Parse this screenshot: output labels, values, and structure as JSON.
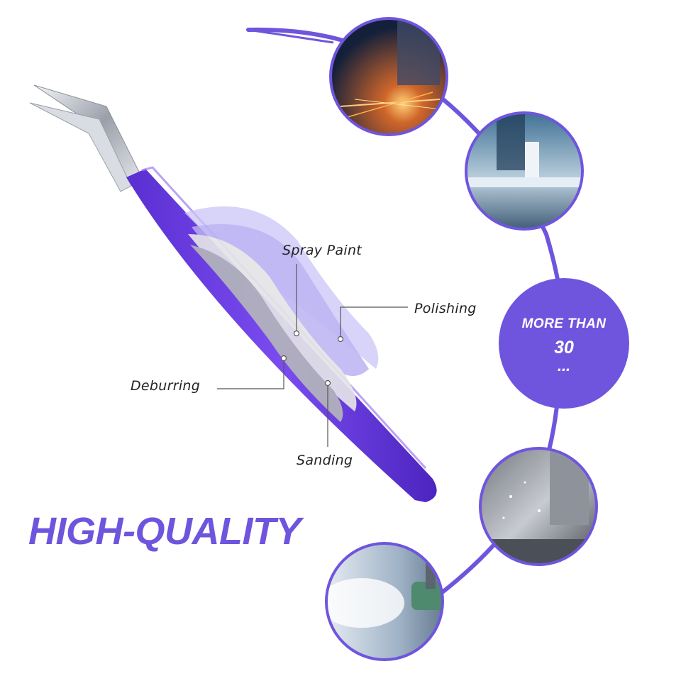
{
  "callouts": {
    "spray_paint": "Spray Paint",
    "polishing": "Polishing",
    "deburring": "Deburring",
    "sanding": "Sanding"
  },
  "badge": {
    "line1": "MORE THAN",
    "line2": "30",
    "line3": "..."
  },
  "headline": "HIGH-QUALITY",
  "subline": "",
  "colors": {
    "accent": "#6f55dd",
    "tweezer_purple": "#6a3fe0",
    "steel": "#c9ccd3",
    "text": "#222222"
  },
  "photos": [
    {
      "subject": "metal-grinding-sparks-photo"
    },
    {
      "subject": "press-brake-sheet-metal-photo"
    },
    {
      "subject": "cnc-milling-coolant-photo"
    },
    {
      "subject": "spray-gun-painting-photo"
    }
  ]
}
